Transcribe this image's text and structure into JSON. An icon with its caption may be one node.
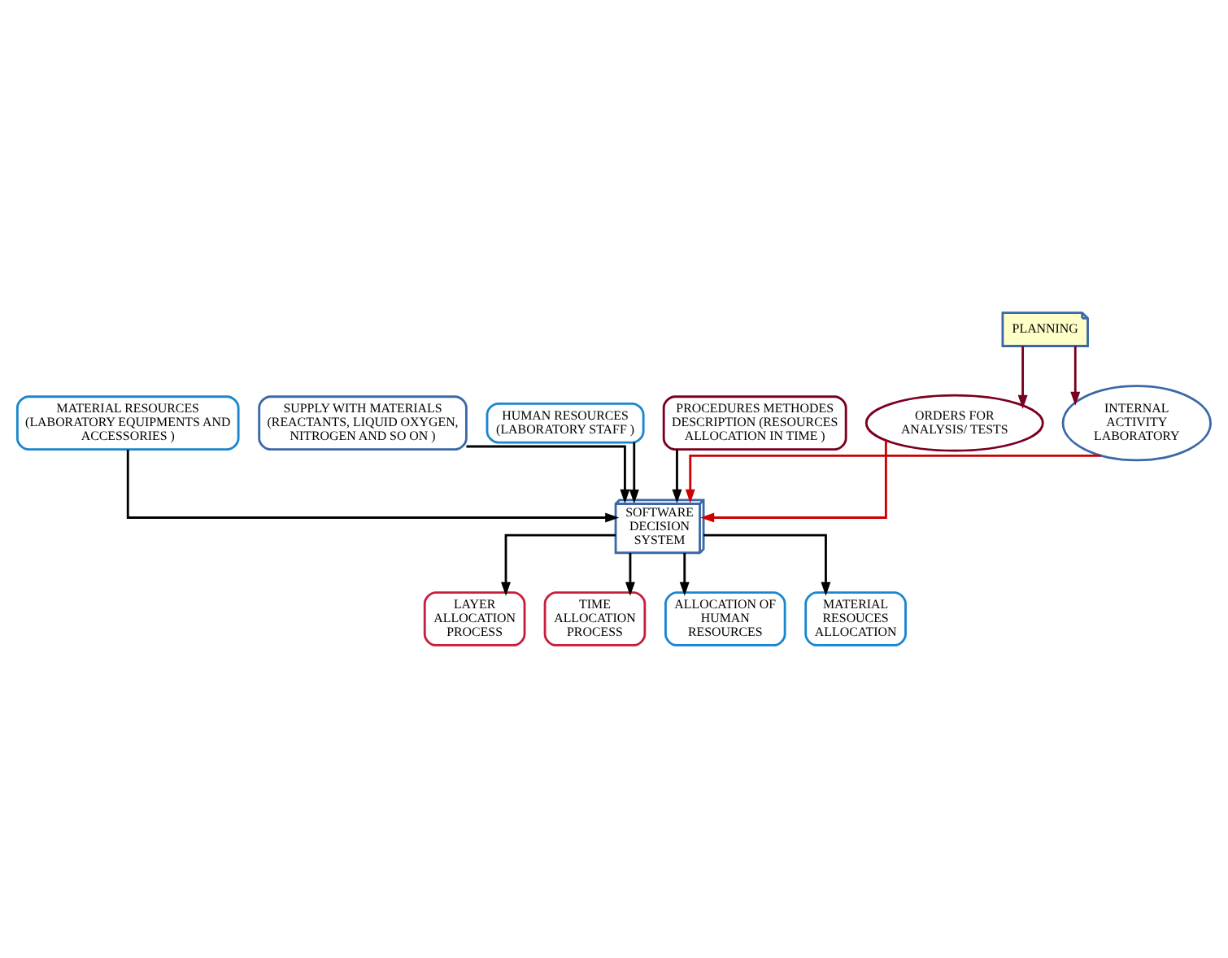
{
  "diagram": {
    "nodes": [
      {
        "text": [
          "MATERIAL RESOURCES (LABORATORY EQUIPMENTS AND ACCESSORIES )"
        ]
      },
      {
        "text": [
          "SUPPLY WITH MATERIALS (REACTANTS, LIQUID OXYGEN, NITROGEN AND SO ON )"
        ]
      },
      {
        "text": [
          "HUMAN RESOURCES (LABORATORY STAFF )"
        ]
      },
      {
        "text": [
          "PROCEDURES METHODES DESCRIPTION (RESOURCES ALLOCATION IN TIME )"
        ]
      },
      {
        "text": [
          "SOFTWARE DECISION SYSTEM"
        ]
      },
      {
        "text": [
          "ORDERS FOR ANALYSIS/ TESTS"
        ]
      },
      {
        "text": [
          "PLANNING"
        ]
      },
      {
        "text": [
          "INTERNAL ACTIVITY LABORATORY"
        ]
      },
      {
        "text": [
          "LAYER ALLOCATION PROCESS"
        ]
      },
      {
        "text": [
          "TIME ALLOCATION PROCESS"
        ]
      },
      {
        "text": [
          "ALLOCATION OF HUMAN RESOURCES"
        ]
      },
      {
        "text": [
          "MATERIAL RESOUCES ALLOCATION"
        ]
      }
    ],
    "edges": [
      {
        "from": 0,
        "to": 4,
        "arrow": "to"
      },
      {
        "from": 1,
        "to": 4,
        "arrow": "to"
      },
      {
        "from": 2,
        "to": 4,
        "arrow": "to"
      },
      {
        "from": 3,
        "to": 4,
        "arrow": "to"
      },
      {
        "from": 5,
        "to": 4,
        "arrow": "to",
        "color": "#cc0000"
      },
      {
        "from": 7,
        "to": 4,
        "arrow": "to",
        "color": "#cc0000"
      },
      {
        "from": 6,
        "to": 5,
        "arrow": "to",
        "color": "#7a0020"
      },
      {
        "from": 6,
        "to": 7,
        "arrow": "to",
        "color": "#7a0020"
      },
      {
        "from": 4,
        "to": 8,
        "arrow": "to"
      },
      {
        "from": 4,
        "to": 9,
        "arrow": "to"
      },
      {
        "from": 4,
        "to": 10,
        "arrow": "to"
      },
      {
        "from": 4,
        "to": 11,
        "arrow": "to"
      }
    ]
  }
}
